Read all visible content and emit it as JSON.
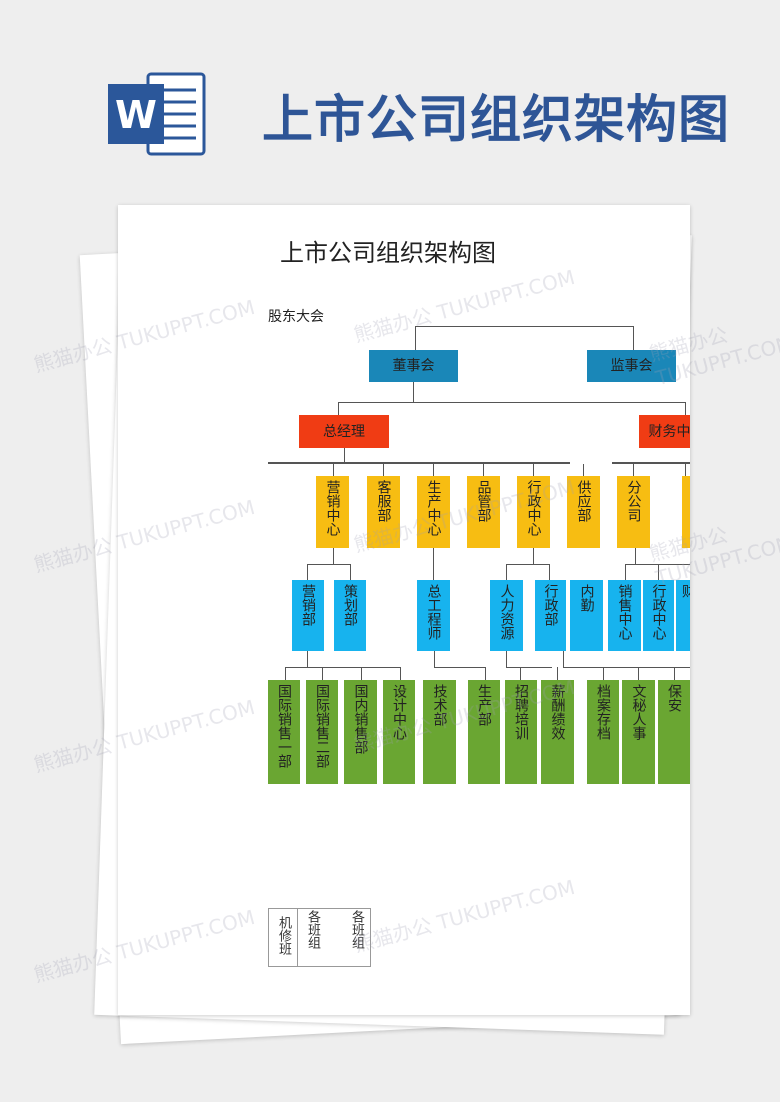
{
  "banner": {
    "title": "上市公司组织架构图",
    "icon": "word-icon",
    "icon_letter": "W"
  },
  "document": {
    "title": "上市公司组织架构图",
    "shareholders": "股东大会",
    "level1": [
      "董事会",
      "监事会"
    ],
    "level2": [
      "总经理",
      "财务中"
    ],
    "level3": [
      "营销中心",
      "客服部",
      "生产中心",
      "品管部",
      "行政中心",
      "供应部",
      "分公司",
      ""
    ],
    "level4": [
      "营销部",
      "策划部",
      "总工程师",
      "人力资源",
      "行政部",
      "内勤",
      "销售中心",
      "行政中心",
      "财"
    ],
    "level5": [
      "国际销售一部",
      "国际销售二部",
      "国内销售部",
      "设计中心",
      "技术部",
      "生产部",
      "招聘培训",
      "薪酬绩效",
      "档案存档",
      "文秘人事",
      "保安"
    ],
    "table": {
      "c1": "机修班",
      "c2": "各班组",
      "c3": "各班组"
    },
    "colors": {
      "board": "#1a87b8",
      "executive": "#f03c14",
      "center": "#f7bd12",
      "department": "#17b3ee",
      "unit": "#6aa632",
      "title": "#2e5596"
    }
  },
  "watermark": "熊猫办公 TUKUPPT.COM"
}
